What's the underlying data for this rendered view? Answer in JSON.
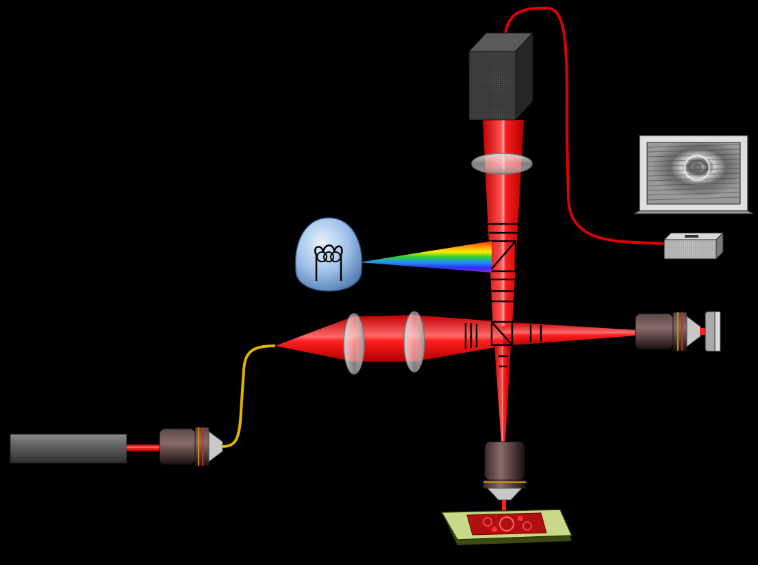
{
  "colors": {
    "background": "#000000",
    "laser_beam": "#ff0000",
    "fiber": "#e2b400",
    "camera_cable": "#e00000",
    "camera_body": "#3a3a3a",
    "lamp_glass": "#7aa6d8",
    "sample_slide": "#c8d98a",
    "sample_tissue": "#b01010",
    "laser_tube": "#5a5a5a"
  },
  "components": {
    "laser_source": "laser-tube",
    "coupling_objective": "objective-lens",
    "optical_fiber": "fiber",
    "lens_1": "collimating-lens",
    "lens_2": "collimating-lens",
    "beam_splitter": "beam-splitter-cube",
    "reference_objective": "objective-lens",
    "reference_mirror": "mirror",
    "sample_objective": "objective-lens",
    "sample": "tissue-slide",
    "dichroic_mirror": "dichroic-mirror",
    "light_source": "halogen-lamp",
    "spectrum": "rainbow-light",
    "camera_lens": "tube-lens",
    "camera": "camera",
    "computer_box": "computer",
    "monitor": "monitor-interferogram"
  }
}
